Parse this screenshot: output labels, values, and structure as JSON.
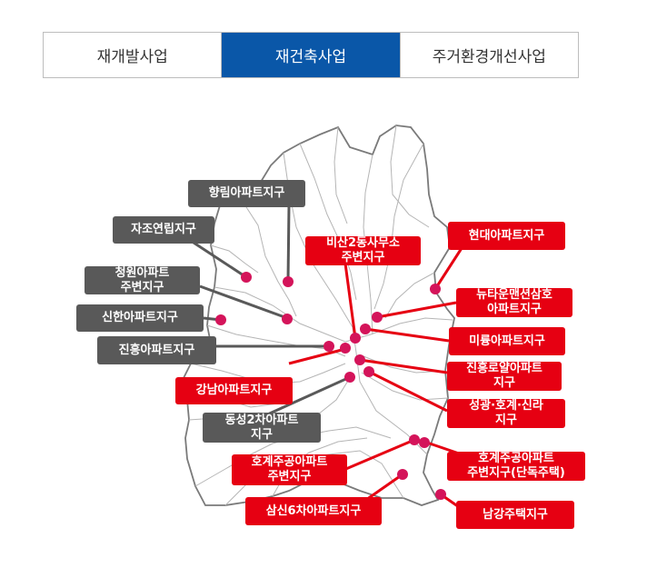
{
  "tabs": [
    {
      "label": "재개발사업",
      "active": false
    },
    {
      "label": "재건축사업",
      "active": true
    },
    {
      "label": "주거환경개선사업",
      "active": false
    }
  ],
  "colors": {
    "active_tab": "#0a57a8",
    "completed_label": "#595959",
    "in_progress_label": "#e60012",
    "site_marker": "#d4145a"
  },
  "sites": {
    "hyangrim": {
      "label": "향림아파트지구"
    },
    "jajo": {
      "label": "자조연립지구"
    },
    "cheongwon": {
      "line1": "청원아파트",
      "line2": "주변지구"
    },
    "shinhan": {
      "label": "신한아파트지구"
    },
    "jinheung": {
      "label": "진흥아파트지구"
    },
    "gangnam": {
      "label": "강남아파트지구"
    },
    "dongseong": {
      "line1": "동성2차아파트",
      "line2": "지구"
    },
    "bisan": {
      "line1": "비산2동사무소",
      "line2": "주변지구"
    },
    "hyundai": {
      "label": "현대아파트지구"
    },
    "newtown": {
      "line1": "뉴타운맨션삼호",
      "line2": "아파트지구"
    },
    "miryung": {
      "label": "미륭아파트지구"
    },
    "jinheungro": {
      "line1": "진흥로얄아파트",
      "line2": "지구"
    },
    "seonggwang": {
      "line1": "성광·호계·신라",
      "line2": "지구"
    },
    "hogye_area": {
      "line1": "호계주공아파트",
      "line2": "주변지구"
    },
    "hogye_houses": {
      "line1": "호계주공아파트",
      "line2": "주변지구(단독주택)"
    },
    "samsin": {
      "label": "삼신6차아파트지구"
    },
    "namgang": {
      "label": "남강주택지구"
    }
  }
}
